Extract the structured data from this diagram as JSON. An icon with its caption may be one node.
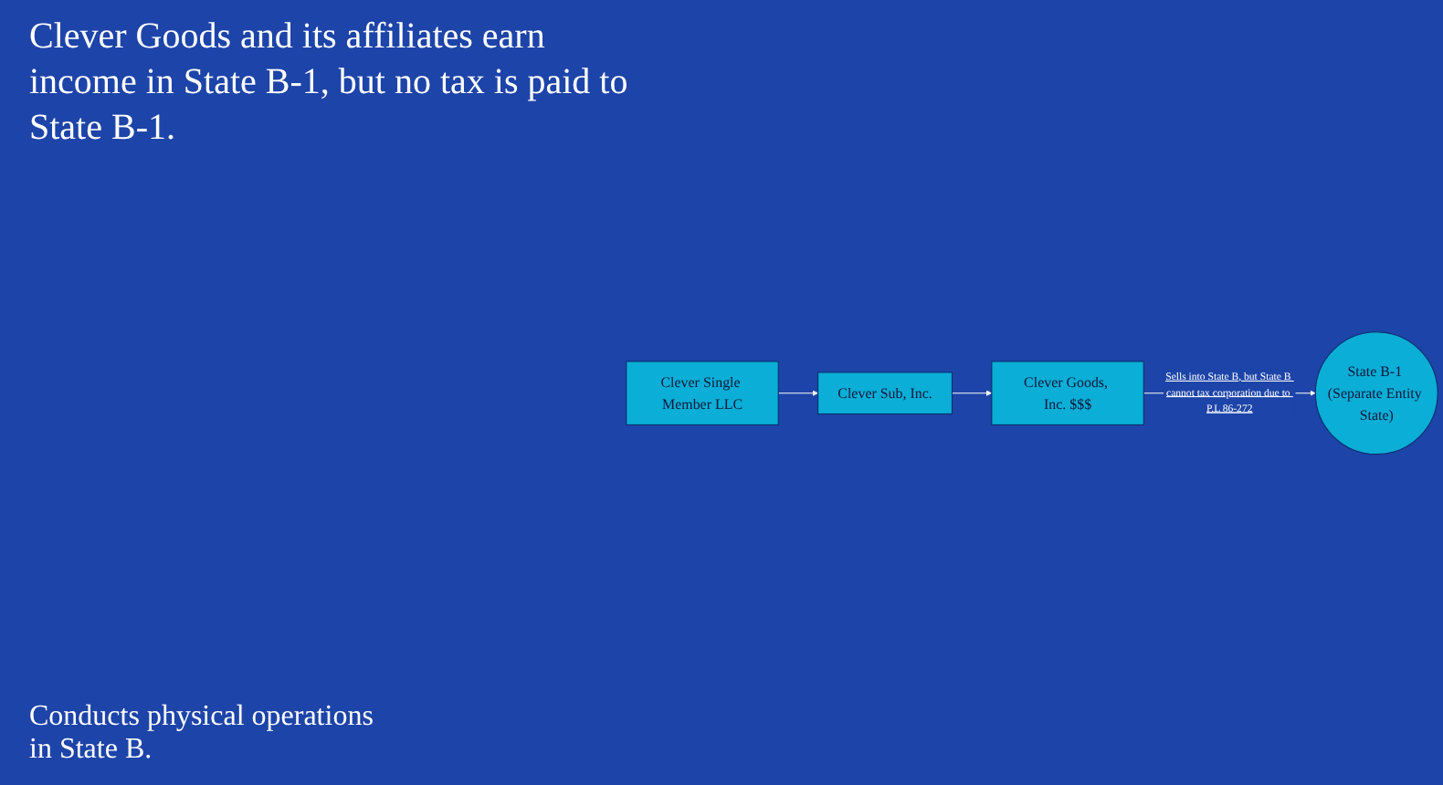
{
  "diagram": {
    "nodes": [
      {
        "text": [
          "Clever Goods, Inc. $$$"
        ]
      },
      {
        "text": [
          "Clever Sub, Inc."
        ]
      },
      {
        "text": [
          "Clever Single Member LLC"
        ]
      },
      {
        "text": [
          "State B-1 (Separate Entity State)"
        ]
      }
    ],
    "edges": [
      {
        "from": 2,
        "to": 1,
        "arrow": "to"
      },
      {
        "from": 1,
        "to": 0,
        "arrow": "to"
      },
      {
        "from": 0,
        "to": 3,
        "arrow": "to",
        "label": "Sells into State B, but State B cannot tax corporation due to P.L 86-272"
      }
    ],
    "labels": [
      "Clever Goods and its affiliates earn income in State B-1, but no tax is paid to State B-1.",
      "Conducts physical operations in State B."
    ]
  }
}
